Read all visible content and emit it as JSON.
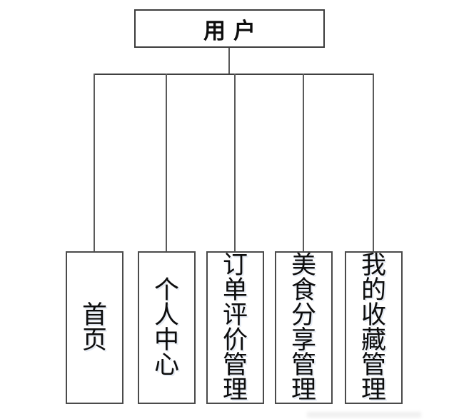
{
  "diagram": {
    "type": "org-tree",
    "root": {
      "label": "用户"
    },
    "children": [
      {
        "label": "首页"
      },
      {
        "label": "个人中心"
      },
      {
        "label": "订单评价管理"
      },
      {
        "label": "美食分享管理"
      },
      {
        "label": "我的收藏管理"
      }
    ],
    "colors": {
      "border": "#4a4a4a",
      "line": "#5a5a5a",
      "text": "#0d0d0d",
      "background": "#ffffff"
    }
  }
}
